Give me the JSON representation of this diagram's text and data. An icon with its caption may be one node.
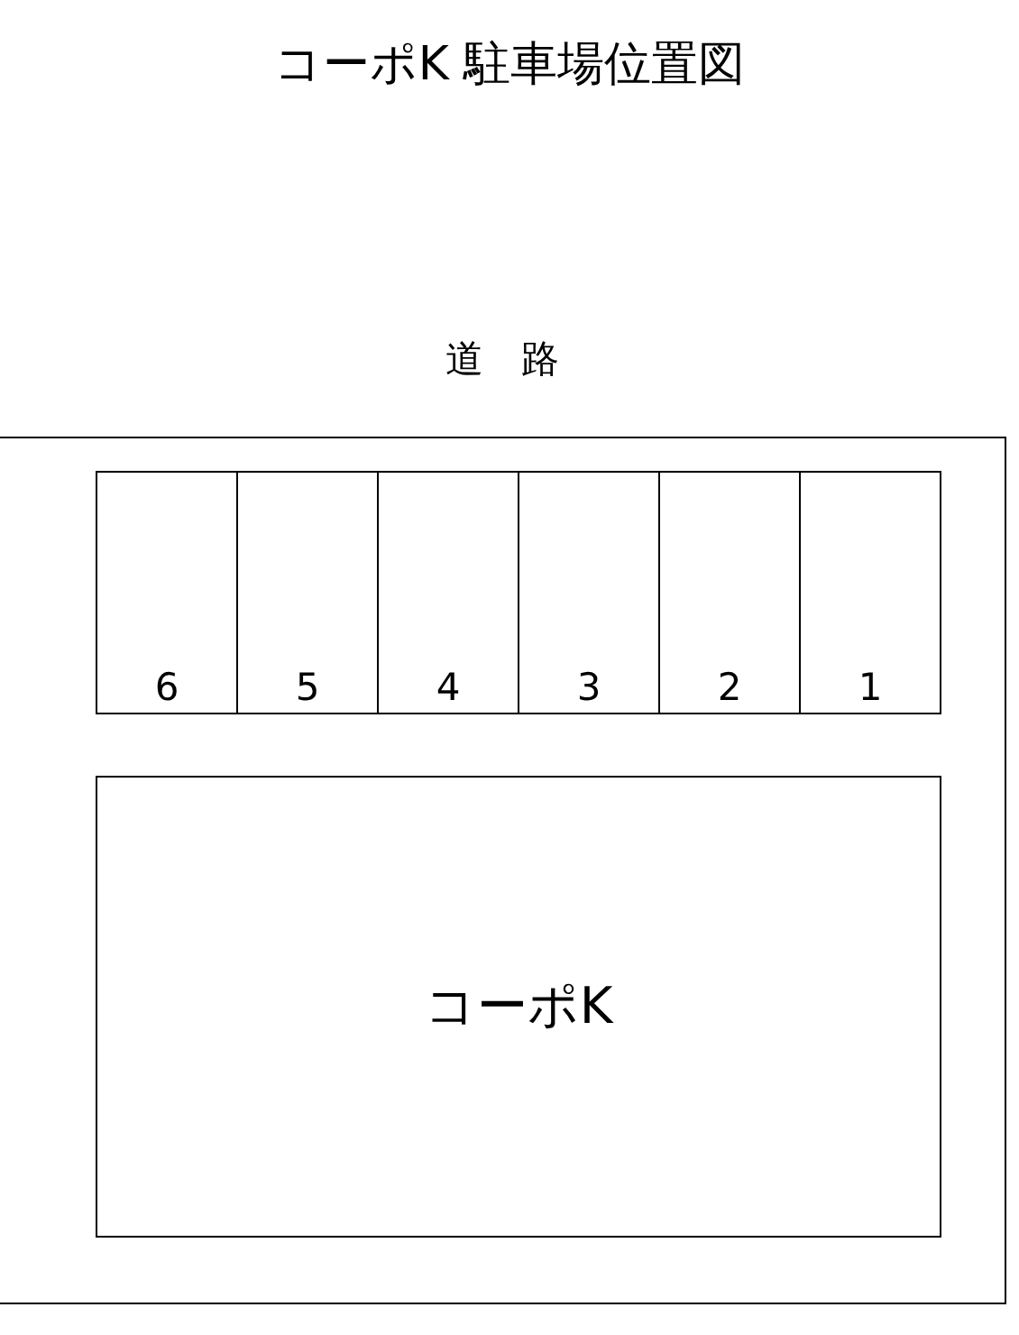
{
  "diagram": {
    "title": "コーポK 駐車場位置図",
    "nodes": [
      {
        "text": [],
        "shape": "box"
      },
      {
        "text": [
          "6"
        ],
        "in": 0
      },
      {
        "text": [
          "5"
        ],
        "in": 0
      },
      {
        "text": [
          "4"
        ],
        "in": 0
      },
      {
        "text": [
          "3"
        ],
        "in": 0
      },
      {
        "text": [
          "2"
        ],
        "in": 0
      },
      {
        "text": [
          "1"
        ],
        "in": 0
      },
      {
        "text": [
          "コーポK"
        ],
        "in": 0
      }
    ],
    "edges": [],
    "labels": [
      "道　路"
    ]
  }
}
